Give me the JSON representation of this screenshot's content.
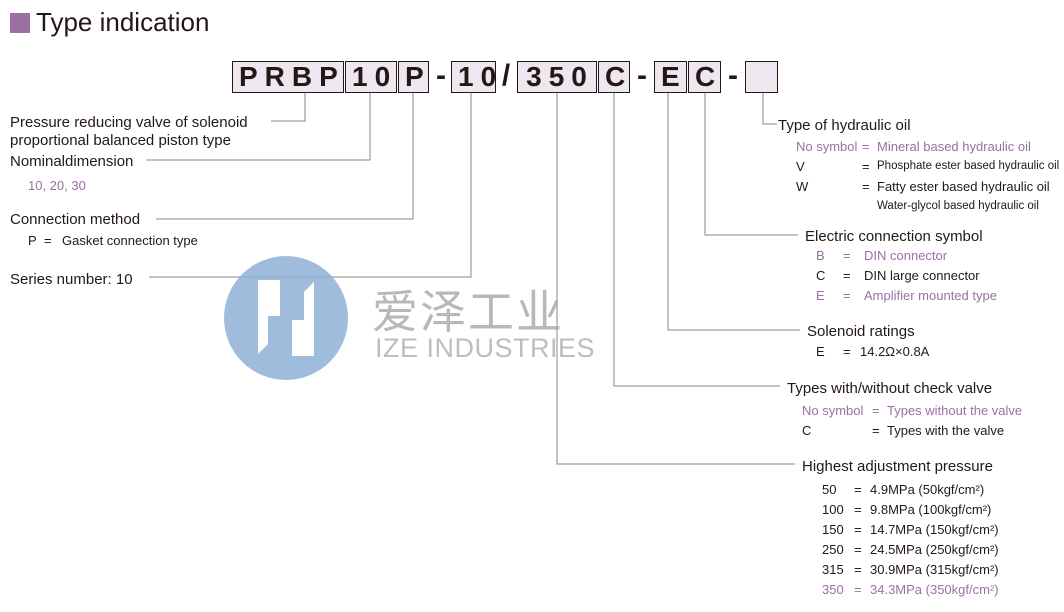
{
  "title": "Type indication",
  "accent_color": "#9c6fa3",
  "code_boxes": [
    "PRBP",
    "10",
    "P",
    "10",
    "350",
    "C",
    "E",
    "C",
    ""
  ],
  "code_separators": [
    "-",
    "/",
    "-",
    "-"
  ],
  "watermark": {
    "chinese": "爱泽工业",
    "english": "IZE INDUSTRIES",
    "logo_icon": "ize-logo-circle"
  },
  "left_labels": {
    "valve_line1": "Pressure reducing valve of solenoid",
    "valve_line2": "proportional balanced piston type",
    "nominal_title": "Nominaldimension",
    "nominal_values": "10, 20, 30",
    "connection_title": "Connection method",
    "connection_code": "P",
    "connection_eq": "=",
    "connection_desc": "Gasket connection type",
    "series": "Series number: 10"
  },
  "hydraulic_oil": {
    "title": "Type of hydraulic oil",
    "rows": [
      {
        "code": "No symbol",
        "desc": "Mineral based hydraulic oil"
      },
      {
        "code": "V",
        "desc": "Phosphate ester based hydraulic oil"
      },
      {
        "code": "W",
        "desc": "Fatty ester based hydraulic oil"
      }
    ],
    "extra": "Water-glycol based hydraulic oil"
  },
  "electric_connection": {
    "title": "Electric connection symbol",
    "rows": [
      {
        "code": "B",
        "desc": "DIN connector"
      },
      {
        "code": "C",
        "desc": "DIN large connector"
      },
      {
        "code": "E",
        "desc": "Amplifier mounted type"
      }
    ]
  },
  "solenoid": {
    "title": "Solenoid ratings",
    "code": "E",
    "desc": "14.2Ω×0.8A"
  },
  "check_valve": {
    "title": "Types with/without check valve",
    "rows": [
      {
        "code": "No symbol",
        "desc": "Types without the valve"
      },
      {
        "code": "C",
        "desc": "Types with the valve"
      }
    ]
  },
  "pressure": {
    "title": "Highest adjustment pressure",
    "rows": [
      {
        "code": "50",
        "desc": "4.9MPa (50kgf/cm²)"
      },
      {
        "code": "100",
        "desc": "9.8MPa (100kgf/cm²)"
      },
      {
        "code": "150",
        "desc": "14.7MPa (150kgf/cm²)"
      },
      {
        "code": "250",
        "desc": "24.5MPa (250kgf/cm²)"
      },
      {
        "code": "315",
        "desc": "30.9MPa (315kgf/cm²)"
      },
      {
        "code": "350",
        "desc": "34.3MPa (350kgf/cm²)"
      }
    ]
  },
  "equals": "="
}
